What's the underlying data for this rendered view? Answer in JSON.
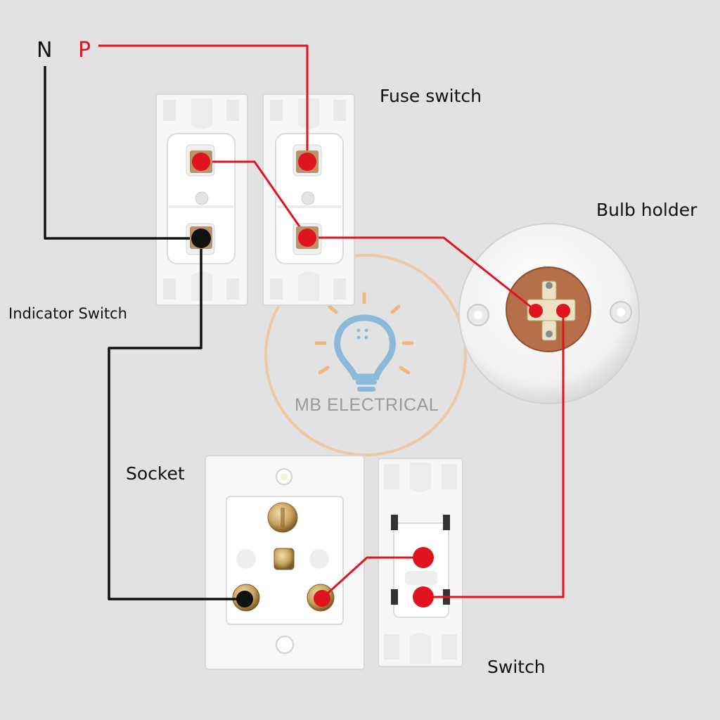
{
  "labels": {
    "neutral": "N",
    "phase": "P",
    "fuse_switch": "Fuse switch",
    "bulb_holder": "Bulb holder",
    "indicator_switch": "Indicator Switch",
    "socket": "Socket",
    "switch": "Switch"
  },
  "watermark": {
    "text": "MB ELECTRICAL"
  },
  "colors": {
    "background": "#e2e2e2",
    "phase_wire": "#e0141e",
    "neutral_wire": "#111111",
    "watermark_ring": "#f0c49a",
    "watermark_text": "#9a9a9a",
    "bulb_icon": "#7fb2d8",
    "bulb_rays": "#f3b06a"
  }
}
